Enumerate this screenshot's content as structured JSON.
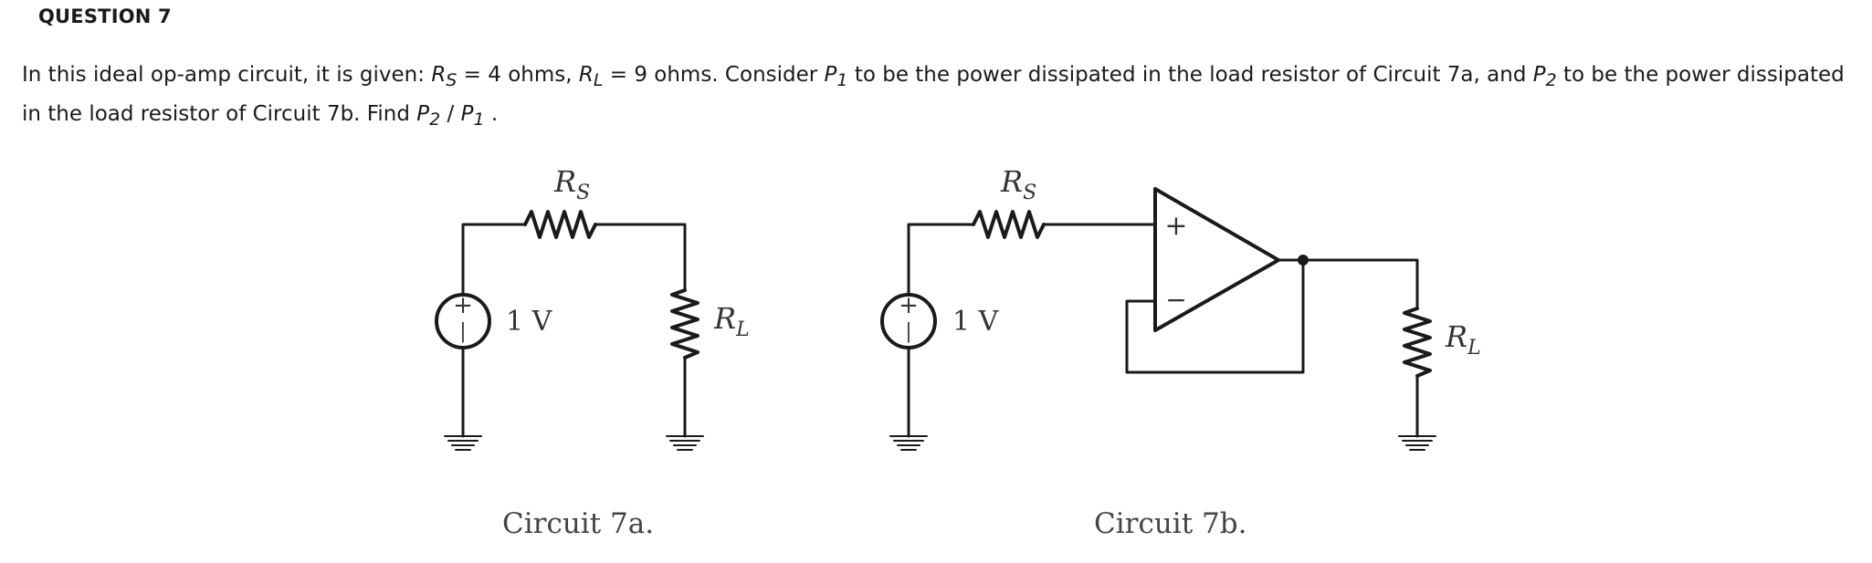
{
  "question": {
    "header": "QUESTION 7",
    "line1": {
      "intro": "In this ideal op-amp circuit, it is given:  ",
      "rs_sym": "R",
      "rs_sub": "S",
      "rs_val": " = 4 ohms, ",
      "rl_sym": "R",
      "rl_sub": "L",
      "rl_val": " = 9 ohms.  Consider ",
      "p1_sym": "P",
      "p1_sub": "1",
      "mid": " to be the power dissipated in the load resistor of Circuit 7a, and ",
      "p2_sym": "P",
      "p2_sub": "2",
      "end": " to be the power dissipated"
    },
    "line2": {
      "start": "in the load resistor of Circuit 7b.  Find ",
      "p2_sym": "P",
      "p2_sub": "2",
      "slash": " / ",
      "p1_sym": "P",
      "p1_sub": "1",
      "end": " ."
    }
  },
  "circuit_a": {
    "rs_label": "R",
    "rs_sub": "S",
    "source_label": "1 V",
    "rl_label": "R",
    "rl_sub": "L",
    "caption": "Circuit 7a."
  },
  "circuit_b": {
    "rs_label": "R",
    "rs_sub": "S",
    "source_label": "1 V",
    "opamp_plus": "+",
    "opamp_minus": "−",
    "rl_label": "R",
    "rl_sub": "L",
    "caption": "Circuit 7b."
  },
  "colors": {
    "wire": "#1a1a1a",
    "label": "#333333"
  }
}
